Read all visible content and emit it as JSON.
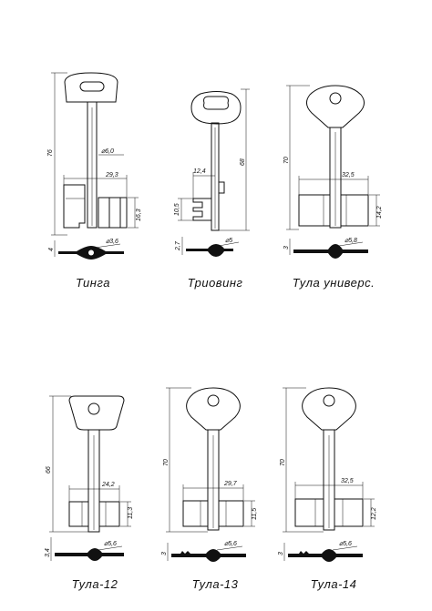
{
  "keys": [
    {
      "name": "Тинга",
      "length": "76",
      "stem_diameter": "⌀6,0",
      "bit_width": "29,3",
      "bit_height": "16,3",
      "thickness": "4",
      "end_diameter": "⌀3,6"
    },
    {
      "name": "Триовинг",
      "length": "68",
      "bit_width": "12,4",
      "bit_height": "10,5",
      "thickness": "2,7",
      "end_diameter": "⌀5"
    },
    {
      "name": "Тула универс.",
      "length": "70",
      "bit_width": "32,5",
      "bit_height": "14,2",
      "thickness": "3",
      "end_diameter": "⌀5,8"
    },
    {
      "name": "Тула-12",
      "length": "66",
      "bit_width": "24,2",
      "bit_height": "11,3",
      "thickness": "3,4",
      "end_diameter": "⌀5,6"
    },
    {
      "name": "Тула-13",
      "length": "70",
      "bit_width": "29,7",
      "bit_height": "11,5",
      "thickness": "3",
      "end_diameter": "⌀5,6"
    },
    {
      "name": "Тула-14",
      "length": "70",
      "bit_width": "32,5",
      "bit_height": "12,2",
      "thickness": "3",
      "end_diameter": "⌀5,6"
    }
  ]
}
